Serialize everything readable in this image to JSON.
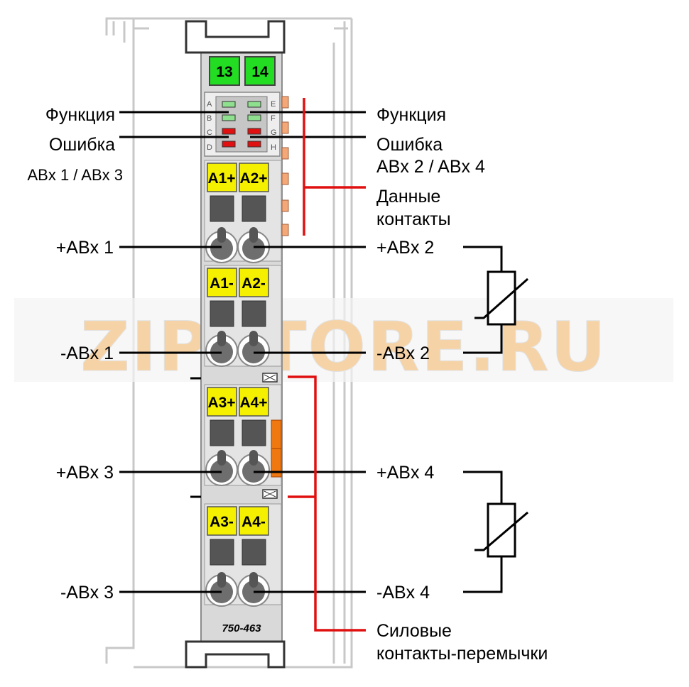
{
  "module": {
    "model": "750-463",
    "connector_numbers": [
      "13",
      "14"
    ],
    "led_letters_left": [
      "A",
      "B",
      "C",
      "D"
    ],
    "led_letters_right": [
      "E",
      "F",
      "G",
      "H"
    ],
    "terminal_tags": [
      "A1+",
      "A2+",
      "A1-",
      "A2-",
      "A3+",
      "A4+",
      "A3-",
      "A4-"
    ]
  },
  "labels": {
    "left_function": "Функция",
    "left_error": "Ошибка",
    "left_error_channels": "ABx 1 / ABx 3",
    "right_function": "Функция",
    "right_error": "Ошибка",
    "right_error_channels": "ABx 2 / ABx 4",
    "data_contacts_line1": "Данные",
    "data_contacts_line2": "контакты",
    "plus_abx1": "+ABx 1",
    "minus_abx1": "-ABx 1",
    "plus_abx3": "+ABx 3",
    "minus_abx3": "-ABx 3",
    "plus_abx2": "+ABx 2",
    "minus_abx2": "-ABx 2",
    "plus_abx4": "+ABx 4",
    "minus_abx4": "-ABx 4",
    "power_jumper_line1": "Силовые",
    "power_jumper_line2": "контакты-перемычки"
  },
  "watermark": "ZIPSTORE.RU",
  "colors": {
    "connector_green": "#22dd22",
    "tag_yellow": "#f5f000",
    "led_green": "#8ee08e",
    "led_red": "#e01010",
    "accent_red": "#e01010",
    "contact_orange": "#f4a878",
    "jumper_orange": "#f07810",
    "body_grey": "#d9d9d9",
    "watermark_orange": "#f6d3a6"
  }
}
